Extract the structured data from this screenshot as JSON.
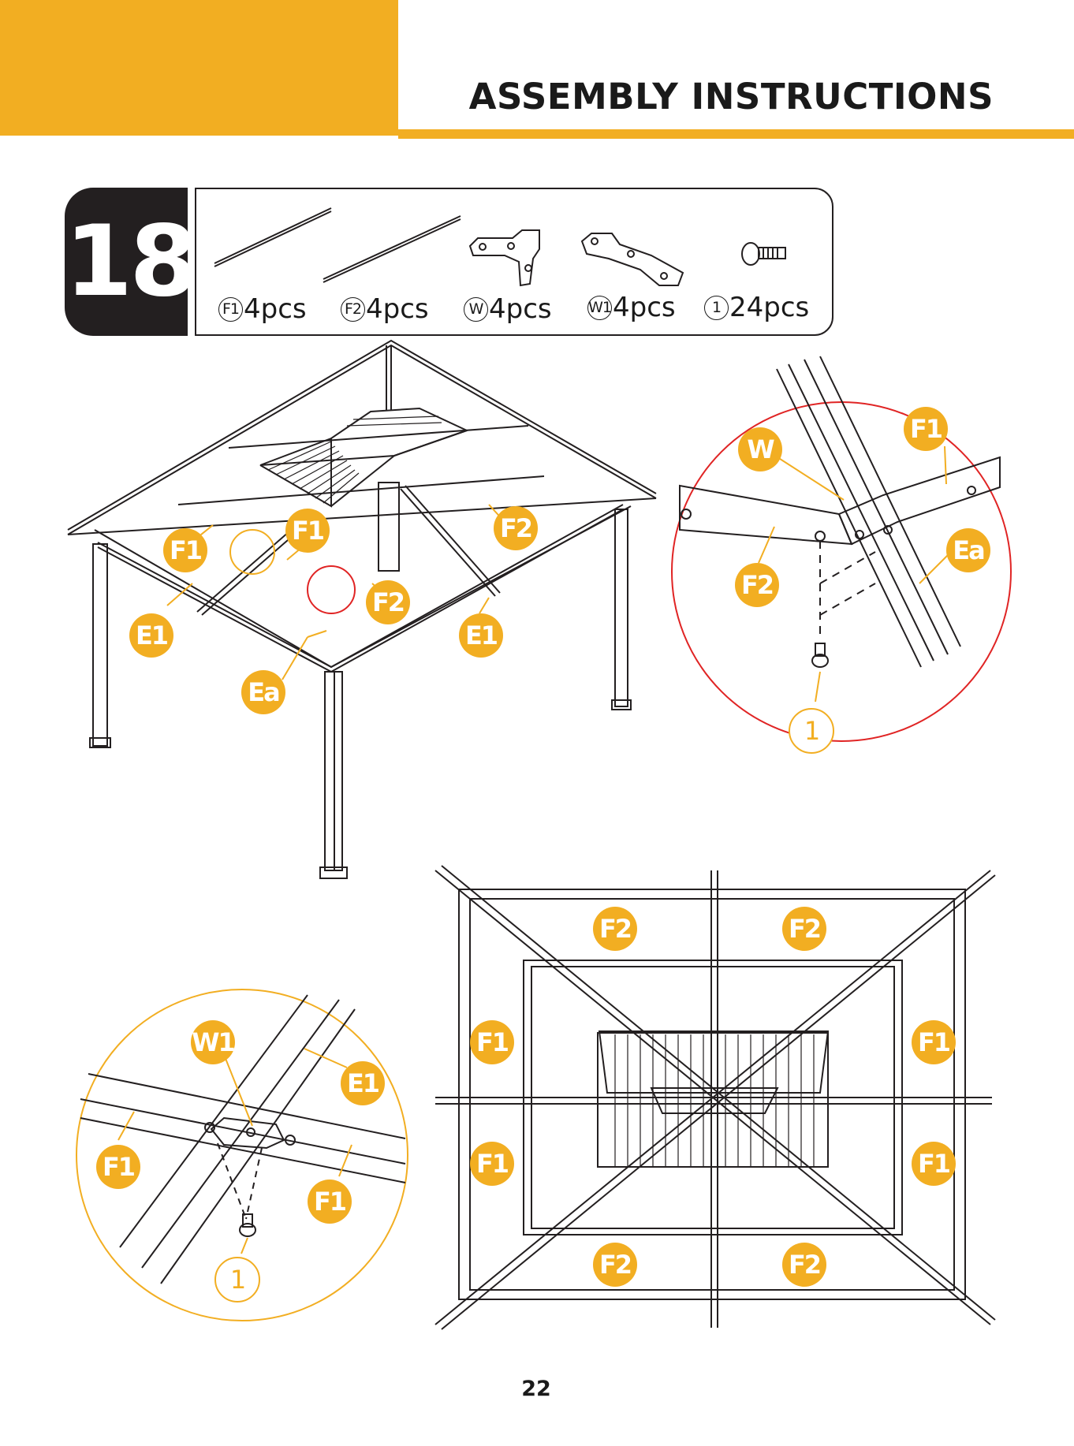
{
  "header": {
    "title": "ASSEMBLY INSTRUCTIONS"
  },
  "step": {
    "number": "18"
  },
  "parts": [
    {
      "code": "F1",
      "qty": "4pcs"
    },
    {
      "code": "F2",
      "qty": "4pcs"
    },
    {
      "code": "W",
      "qty": "4pcs"
    },
    {
      "code": "W1",
      "qty": "4pcs"
    },
    {
      "code": "1",
      "qty": "24pcs"
    }
  ],
  "main_labels": {
    "f1_left": "F1",
    "f1_center": "F1",
    "f2_right": "F2",
    "f2_center": "F2",
    "e1_left": "E1",
    "e1_right": "E1",
    "ea": "Ea"
  },
  "detail_w": {
    "w": "W",
    "f1": "F1",
    "f2": "F2",
    "ea": "Ea",
    "screw": "1"
  },
  "detail_w1": {
    "w1": "W1",
    "e1": "E1",
    "f1_left": "F1",
    "f1_right": "F1",
    "screw": "1"
  },
  "top_view": {
    "f2_top_left": "F2",
    "f2_top_right": "F2",
    "f1_left_upper": "F1",
    "f1_left_lower": "F1",
    "f1_right_upper": "F1",
    "f1_right_lower": "F1",
    "f2_bottom_left": "F2",
    "f2_bottom_right": "F2"
  },
  "colors": {
    "accent": "#f2ae22",
    "dark": "#231f20",
    "detail_red": "#e02424"
  },
  "footer": {
    "page_number": "22"
  }
}
